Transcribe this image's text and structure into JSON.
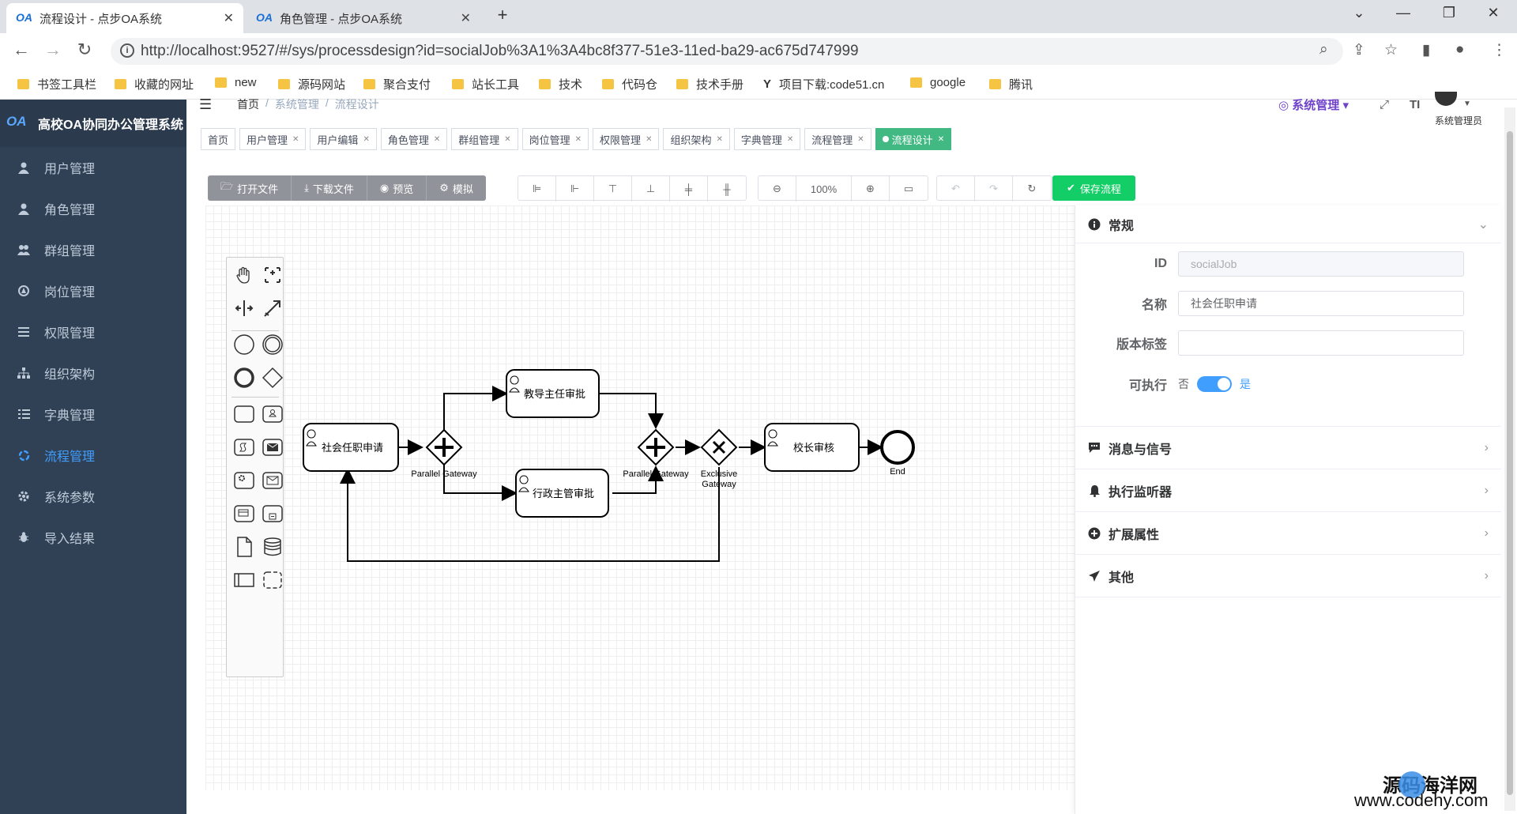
{
  "browser": {
    "tabs": [
      {
        "title": "流程设计 - 点步OA系统",
        "active": true
      },
      {
        "title": "角色管理 - 点步OA系统",
        "active": false
      }
    ],
    "url": "http://localhost:9527/#/sys/processdesign?id=socialJob%3A1%3A4bc8f377-51e3-11ed-ba29-ac675d747999",
    "bookmarks": [
      "书签工具栏",
      "收藏的网址",
      "new",
      "源码网站",
      "聚合支付",
      "站长工具",
      "技术",
      "代码仓",
      "技术手册",
      "项目下载:code51.cn",
      "google",
      "腾讯"
    ]
  },
  "app": {
    "title": "高校OA协同办公管理系统",
    "logo": "OA",
    "menu": [
      {
        "label": "用户管理",
        "icon": "user-icon"
      },
      {
        "label": "角色管理",
        "icon": "role-icon"
      },
      {
        "label": "群组管理",
        "icon": "group-icon"
      },
      {
        "label": "岗位管理",
        "icon": "post-icon"
      },
      {
        "label": "权限管理",
        "icon": "permission-icon"
      },
      {
        "label": "组织架构",
        "icon": "org-icon"
      },
      {
        "label": "字典管理",
        "icon": "dict-icon"
      },
      {
        "label": "流程管理",
        "icon": "process-icon",
        "active": true
      },
      {
        "label": "系统参数",
        "icon": "settings-icon"
      },
      {
        "label": "导入结果",
        "icon": "import-icon"
      }
    ]
  },
  "header": {
    "breadcrumb": [
      "首页",
      "系统管理",
      "流程设计"
    ],
    "system_menu": "系统管理",
    "user": "系统管理员"
  },
  "tagsview": [
    "首页",
    "用户管理",
    "用户编辑",
    "角色管理",
    "群组管理",
    "岗位管理",
    "权限管理",
    "组织架构",
    "字典管理",
    "流程管理",
    "流程设计"
  ],
  "toolbar": {
    "file_buttons": [
      "打开文件",
      "下载文件",
      "预览",
      "模拟"
    ],
    "zoom": "100%",
    "save": "保存流程"
  },
  "diagram": {
    "tasks": {
      "apply": "社会任职申请",
      "tutor": "教导主任审批",
      "admin": "行政主管审批",
      "principal": "校长审核"
    },
    "gateways": {
      "split": "Parallel Gateway",
      "join": "Parallel Gateway",
      "xor": "Exclusive Gateway"
    },
    "end": "End"
  },
  "props": {
    "general": "常规",
    "id_label": "ID",
    "id_value": "socialJob",
    "name_label": "名称",
    "name_value": "社会任职申请",
    "version_label": "版本标签",
    "version_value": "",
    "exec_label": "可执行",
    "exec_off": "否",
    "exec_on": "是",
    "sections": [
      "消息与信号",
      "执行监听器",
      "扩展属性",
      "其他"
    ]
  },
  "watermark": {
    "line1": "源码海洋网",
    "line2": "www.codehy.com"
  }
}
